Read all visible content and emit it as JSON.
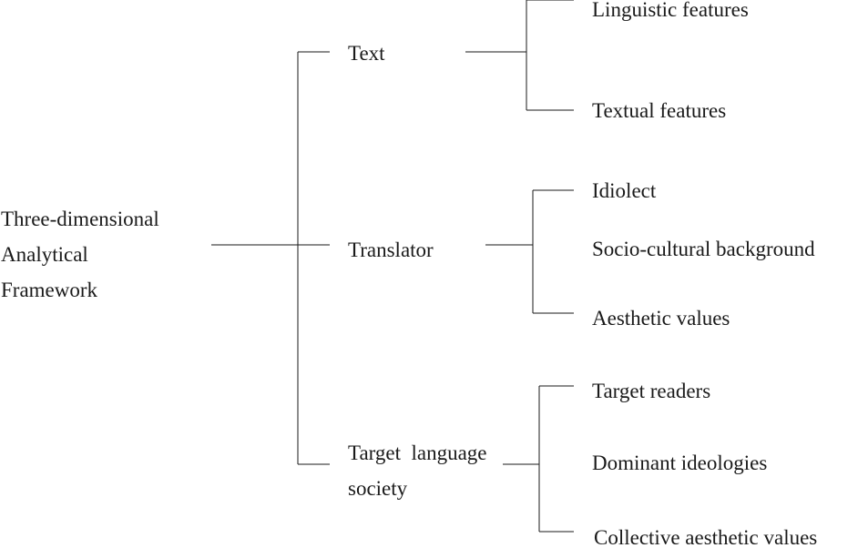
{
  "root": {
    "lines": [
      "Three-dimensional",
      "Analytical",
      "Framework"
    ]
  },
  "branches": [
    {
      "label": "Text",
      "children": [
        "Linguistic features",
        "Textual features"
      ]
    },
    {
      "label": "Translator",
      "children": [
        "Idiolect",
        "Socio-cultural background",
        "Aesthetic values"
      ]
    },
    {
      "label_lines": [
        "Target  language",
        "society"
      ],
      "children": [
        "Target readers",
        "Dominant ideologies",
        "Collective aesthetic values"
      ]
    }
  ]
}
